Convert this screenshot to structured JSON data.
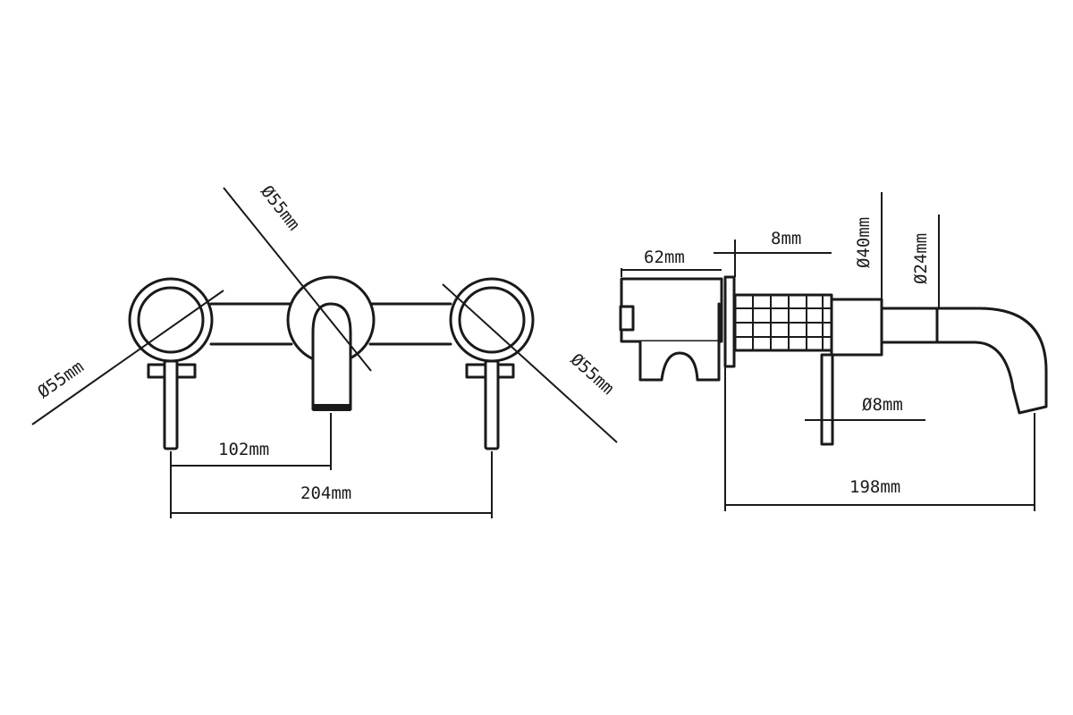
{
  "front_view": {
    "diameter_left": "Ø55mm",
    "diameter_middle": "Ø55mm",
    "diameter_right": "Ø55mm",
    "dim_half_spacing": "102mm",
    "dim_full_spacing": "204mm"
  },
  "side_view": {
    "dim_back_depth": "62mm",
    "dim_plate": "8mm",
    "dim_body_diameter": "Ø40mm",
    "dim_spout_diameter": "Ø24mm",
    "dim_handle_diameter": "Ø8mm",
    "dim_total_reach": "198mm"
  }
}
